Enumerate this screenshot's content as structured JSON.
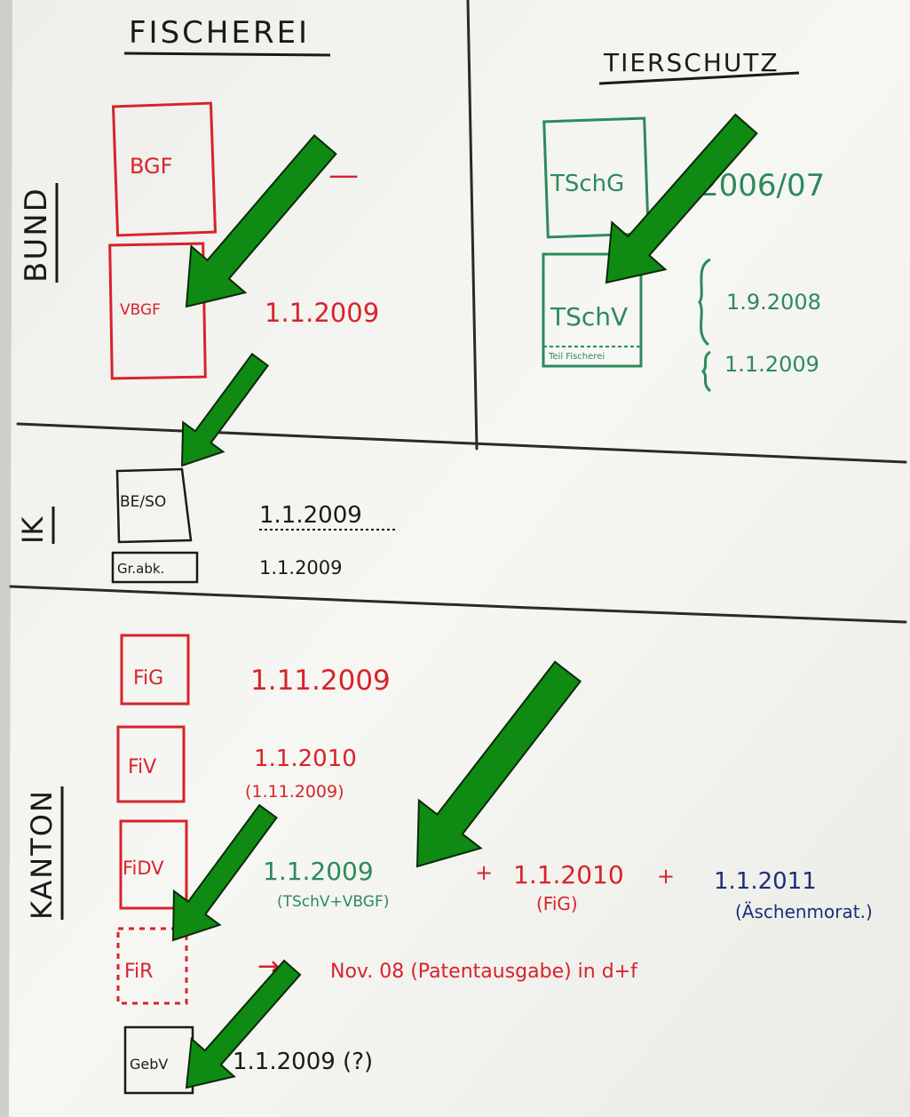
{
  "columns": {
    "fischerei": "FISCHEREI",
    "tierschutz": "TIERSCHUTZ"
  },
  "rows": {
    "bund": "BUND",
    "ik": "IK",
    "kanton": "KANTON"
  },
  "colors": {
    "paper": "#f3f3ef",
    "red": "#d8232a",
    "green_ink": "#2d8a5a",
    "blue_ink": "#1d2f78",
    "black_ink": "#1a1a1a",
    "arrow": "#0f8a12"
  },
  "bund": {
    "bgf": {
      "box": "BGF",
      "note": "—"
    },
    "vbgf": {
      "box": "VBGF",
      "date": "1.1.2009"
    },
    "tschg": {
      "box": "TSchG",
      "date": "2006/07"
    },
    "tschv": {
      "box": "TSchV",
      "subbox": "Teil Fischerei",
      "date1": "1.9.2008",
      "date2": "1.1.2009"
    }
  },
  "ik": {
    "beso": {
      "box": "BE/SO",
      "date": "1.1.2009"
    },
    "grabk": {
      "box": "Gr.abk.",
      "date": "1.1.2009"
    }
  },
  "kanton": {
    "fig": {
      "box": "FiG",
      "date": "1.11.2009"
    },
    "fiv": {
      "box": "FiV",
      "date": "1.1.2010",
      "date_paren": "(1.11.2009)"
    },
    "fidv": {
      "box": "FiDV",
      "date1": "1.1.2009",
      "note1": "(TSchV+VBGF)",
      "plus1": "+",
      "date2": "1.1.2010",
      "note2": "(FiG)",
      "plus2": "+",
      "date3": "1.1.2011",
      "note3": "(Äschenmorat.)"
    },
    "fir": {
      "box": "FiR",
      "arrow": "→",
      "text": "Nov. 08 (Patentausgabe) in d+f"
    },
    "gebv": {
      "box": "GebV",
      "date": "1.1.2009 (?)"
    }
  }
}
